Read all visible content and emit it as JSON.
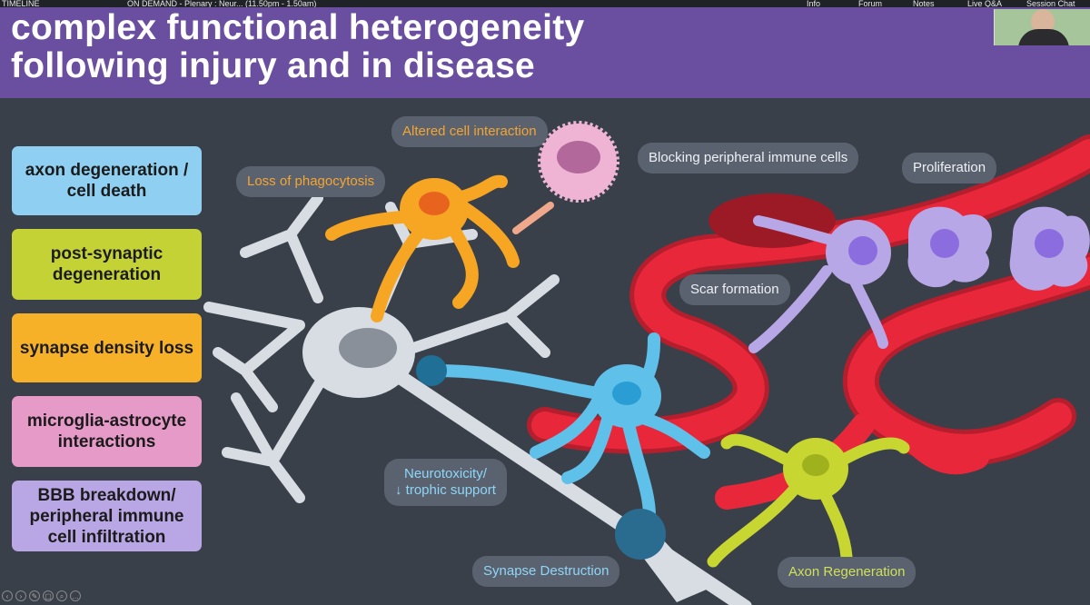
{
  "topbar": {
    "left_label": "TIMELINE",
    "center_label": "ON DEMAND - Plenary : Neur... (11.50pm - 1.50am)",
    "items": [
      "Info",
      "Forum",
      "Notes",
      "Live Q&A",
      "Session Chat"
    ]
  },
  "slide": {
    "title_line1": "complex functional heterogeneity",
    "title_line2": "following injury and in disease"
  },
  "legend": [
    {
      "text": "axon degeneration / cell death",
      "color": "#8fd0f2"
    },
    {
      "text": "post-synaptic degeneration",
      "color": "#c4d236"
    },
    {
      "text": "synapse density loss",
      "color": "#f6b128"
    },
    {
      "text": "microglia-astrocyte interactions",
      "color": "#e69ac8"
    },
    {
      "text": "BBB breakdown/ peripheral immune cell infiltration",
      "color": "#b9a6e4"
    }
  ],
  "callouts": {
    "altered": "Altered cell interaction",
    "phago": "Loss of phagocytosis",
    "blocking": "Blocking peripheral immune cells",
    "prolif": "Proliferation",
    "scar": "Scar formation",
    "neuro_line1": "Neurotoxicity/",
    "neuro_line2": "↓ trophic support",
    "synapse": "Synapse Destruction",
    "axon": "Axon Regeneration"
  },
  "colors": {
    "header": "#6a4fa0",
    "background": "#3a404a",
    "vessel": "#e8283a",
    "neuron": "#d8dde3",
    "microglia_orange": "#f6a623",
    "astro_blue": "#5fc0ea",
    "purple_cell": "#b7a7e6",
    "green_cell": "#c8d632"
  }
}
